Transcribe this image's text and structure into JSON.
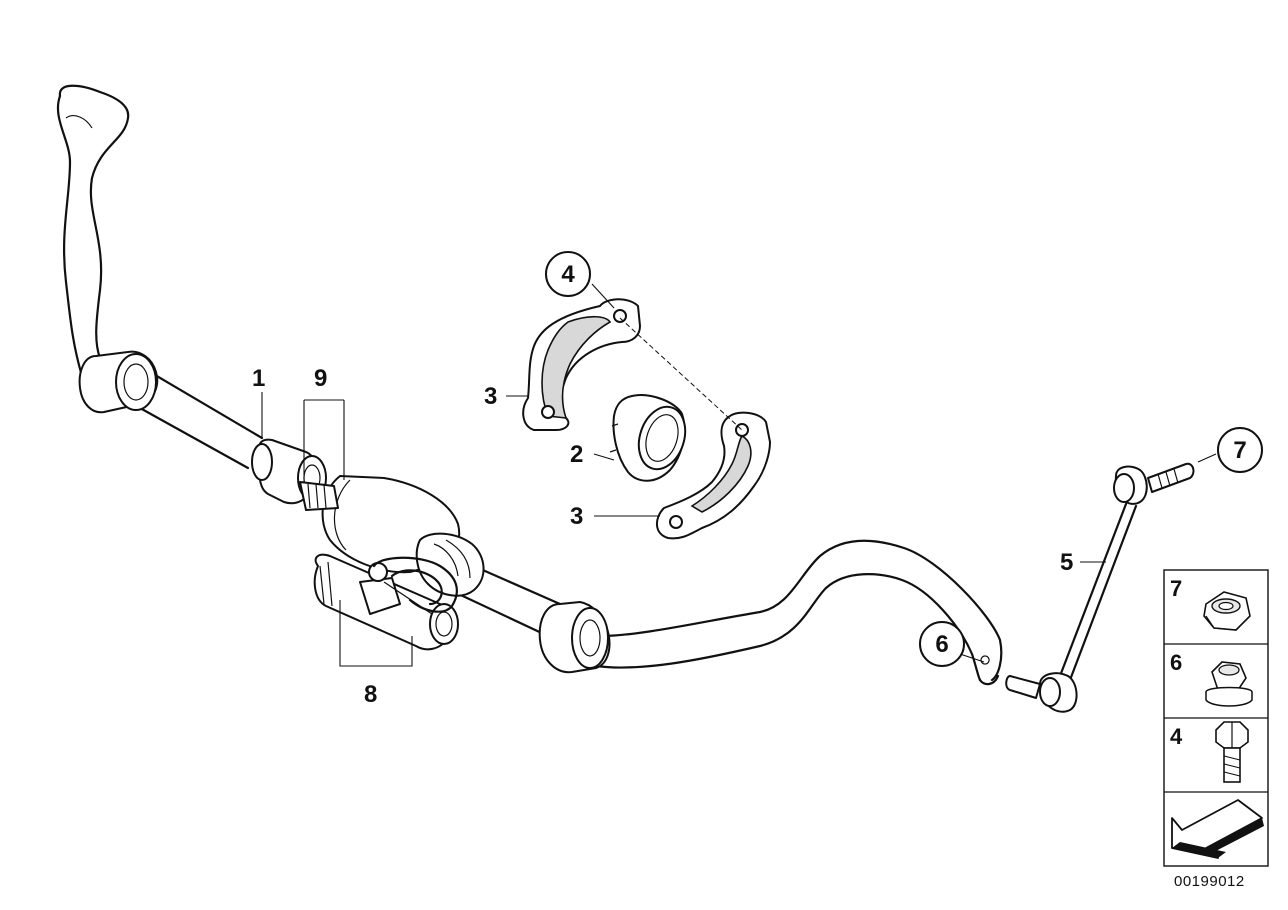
{
  "callouts": {
    "c1": "1",
    "c2": "2",
    "c3a": "3",
    "c3b": "3",
    "c4": "4",
    "c5": "5",
    "c6": "6",
    "c7": "7",
    "c8": "8",
    "c9": "9"
  },
  "legend": {
    "items": [
      {
        "number": "7",
        "icon": "nut-icon"
      },
      {
        "number": "6",
        "icon": "collar-nut-icon"
      },
      {
        "number": "4",
        "icon": "bolt-icon"
      }
    ],
    "direction_icon": "arrow-icon"
  },
  "diagram_code": "00199012"
}
